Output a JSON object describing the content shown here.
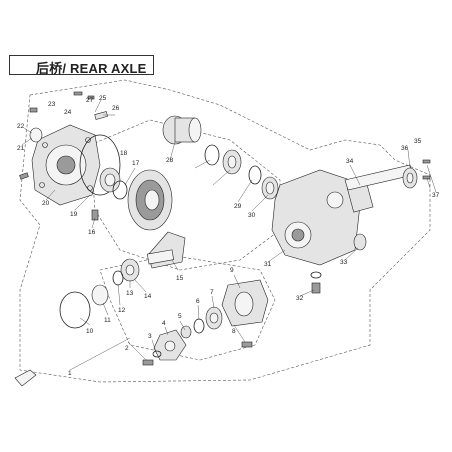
{
  "title": "后桥/ REAR AXLE",
  "labels": [
    "1",
    "2",
    "3",
    "4",
    "5",
    "6",
    "7",
    "8",
    "9",
    "10",
    "11",
    "12",
    "13",
    "14",
    "15",
    "16",
    "17",
    "18",
    "19",
    "20",
    "21",
    "22",
    "23",
    "24",
    "25",
    "26",
    "27",
    "28",
    "29",
    "30",
    "31",
    "32",
    "33",
    "34",
    "35",
    "36",
    "37"
  ],
  "colors": {
    "line": "#222222",
    "part": "#e4e4e4",
    "dark": "#9a9a9a"
  },
  "icons": {
    "front_arrow": "fr-arrow-icon"
  }
}
